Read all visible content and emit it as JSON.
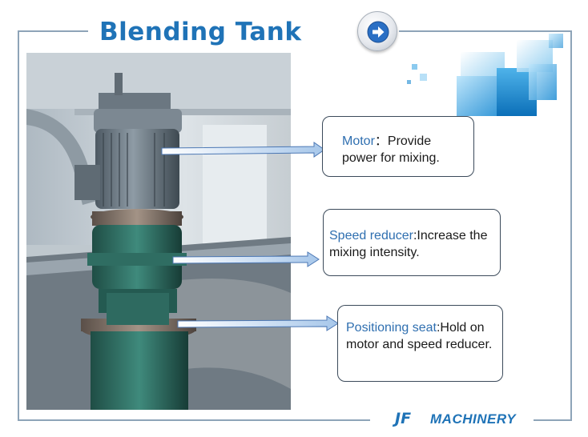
{
  "slide": {
    "title": "Blending Tank",
    "next_icon": "arrow-right-icon",
    "accent_color": "#1f73b7"
  },
  "callouts": {
    "motor": {
      "keyword": "Motor",
      "text": "：Provide power for mixing."
    },
    "reducer": {
      "keyword": "Speed reducer",
      "text": ":Increase the mixing intensity."
    },
    "seat": {
      "keyword": "Positioning seat",
      "text": ":Hold on motor and speed reducer."
    }
  },
  "footer": {
    "logo": "JF",
    "company": "MACHINERY"
  }
}
